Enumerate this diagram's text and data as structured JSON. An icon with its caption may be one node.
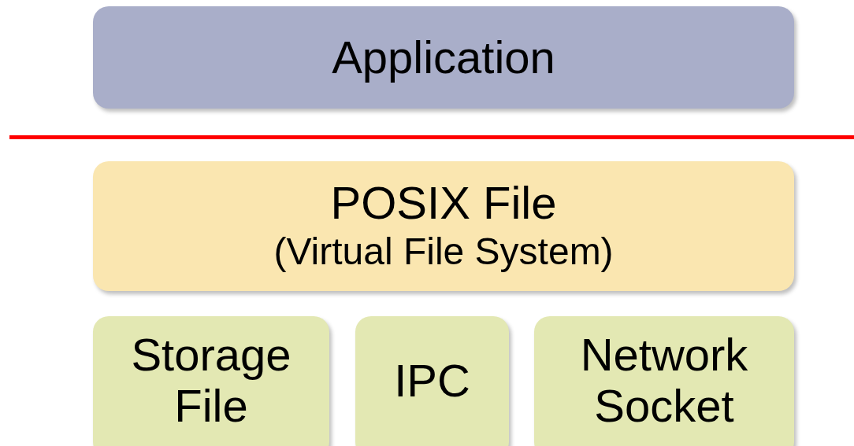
{
  "diagram": {
    "nodes": [
      {
        "text": [
          "Application"
        ]
      },
      {
        "text": [
          "POSIX File",
          "(Virtual File System)"
        ]
      },
      {
        "text": [
          "Storage File"
        ]
      },
      {
        "text": [
          "IPC"
        ]
      },
      {
        "text": [
          "Network Socket"
        ]
      }
    ]
  }
}
